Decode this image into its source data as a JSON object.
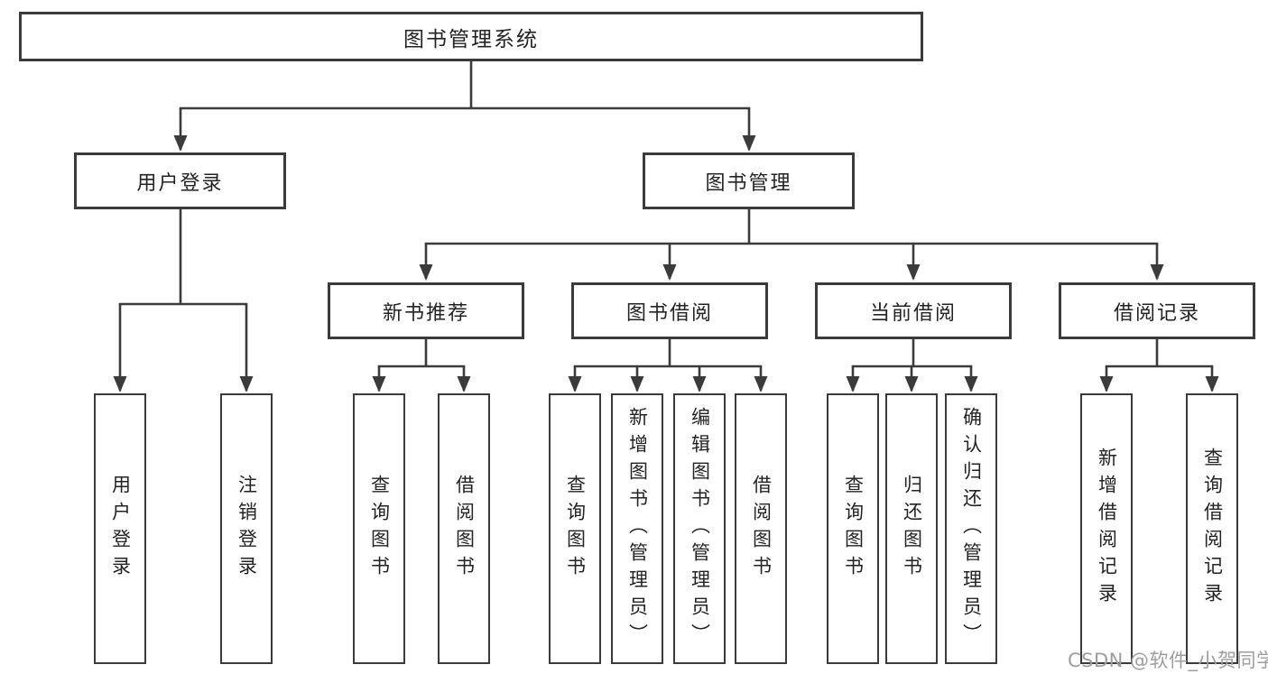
{
  "diagram": {
    "root": {
      "label": "图书管理系统"
    },
    "level2": [
      {
        "label": "用户登录"
      },
      {
        "label": "图书管理"
      }
    ],
    "level3": [
      {
        "label": "新书推荐"
      },
      {
        "label": "图书借阅"
      },
      {
        "label": "当前借阅"
      },
      {
        "label": "借阅记录"
      }
    ],
    "leaves": [
      {
        "label": "用户登录"
      },
      {
        "label": "注销登录"
      },
      {
        "label": "查询图书"
      },
      {
        "label": "借阅图书"
      },
      {
        "label": "查询图书"
      },
      {
        "label": "新增图书（管理员）"
      },
      {
        "label": "编辑图书（管理员）"
      },
      {
        "label": "借阅图书"
      },
      {
        "label": "查询图书"
      },
      {
        "label": "归还图书"
      },
      {
        "label": "确认归还（管理员）"
      },
      {
        "label": "新增借阅记录"
      },
      {
        "label": "查询借阅记录"
      }
    ],
    "watermark": "CSDN @软件_小贺同学",
    "colors": {
      "line": "#3b3b3b",
      "border": "#3b3b3b",
      "text": "#232323",
      "watermark": "#9e9e9e",
      "background": "#ffffff"
    }
  }
}
